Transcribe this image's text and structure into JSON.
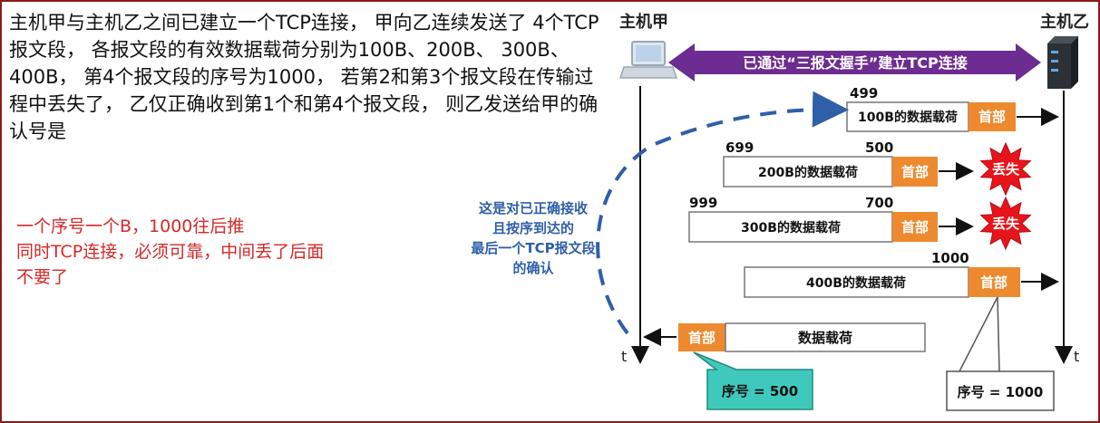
{
  "question": "主机甲与主机乙之间已建立一个TCP连接， 甲向乙连续发送了 4个TCP报文段， 各报文段的有效数据载荷分别为100B、200B、 300B、 400B， 第4个报文段的序号为1000， 若第2和第3个报文段在传输过程中丢失了， 乙仅正确收到第1个和第4个报文段， 则乙发送给甲的确认号是",
  "notes": [
    "一个序号一个B，1000往后推",
    "同时TCP连接，必须可靠，中间丢了后面",
    "不要了"
  ],
  "diagram": {
    "host_a": "主机甲",
    "host_b": "主机乙",
    "connection_banner": "已通过“三报文握手”建立TCP连接",
    "segments": [
      {
        "payload": "100B的数据载荷",
        "header": "首部",
        "left_num": "499",
        "right_num": "",
        "status": ""
      },
      {
        "payload": "200B的数据载荷",
        "header": "首部",
        "left_num": "699",
        "right_num": "500",
        "status": "丢失"
      },
      {
        "payload": "300B的数据载荷",
        "header": "首部",
        "left_num": "999",
        "right_num": "700",
        "status": "丢失"
      },
      {
        "payload": "400B的数据载荷",
        "header": "首部",
        "left_num": "",
        "right_num": "1000",
        "status": ""
      }
    ],
    "ack_segment": {
      "header": "首部",
      "payload": "数据载荷"
    },
    "annotation": [
      "这是对已正确接收",
      "且按序到达的",
      "最后一个TCP报文段",
      "的确认"
    ],
    "seq_label_ack": "序号 = 500",
    "seq_label_seg4": "序号 = 1000",
    "time_label": "t"
  },
  "colors": {
    "header": "#ed8a2f",
    "banner": "#6d2c91",
    "annotation": "#2f5fa8",
    "lost": "#e8141c",
    "frame": "#8b1a1a",
    "note": "#d62828",
    "callout": "#3fc9bd"
  }
}
